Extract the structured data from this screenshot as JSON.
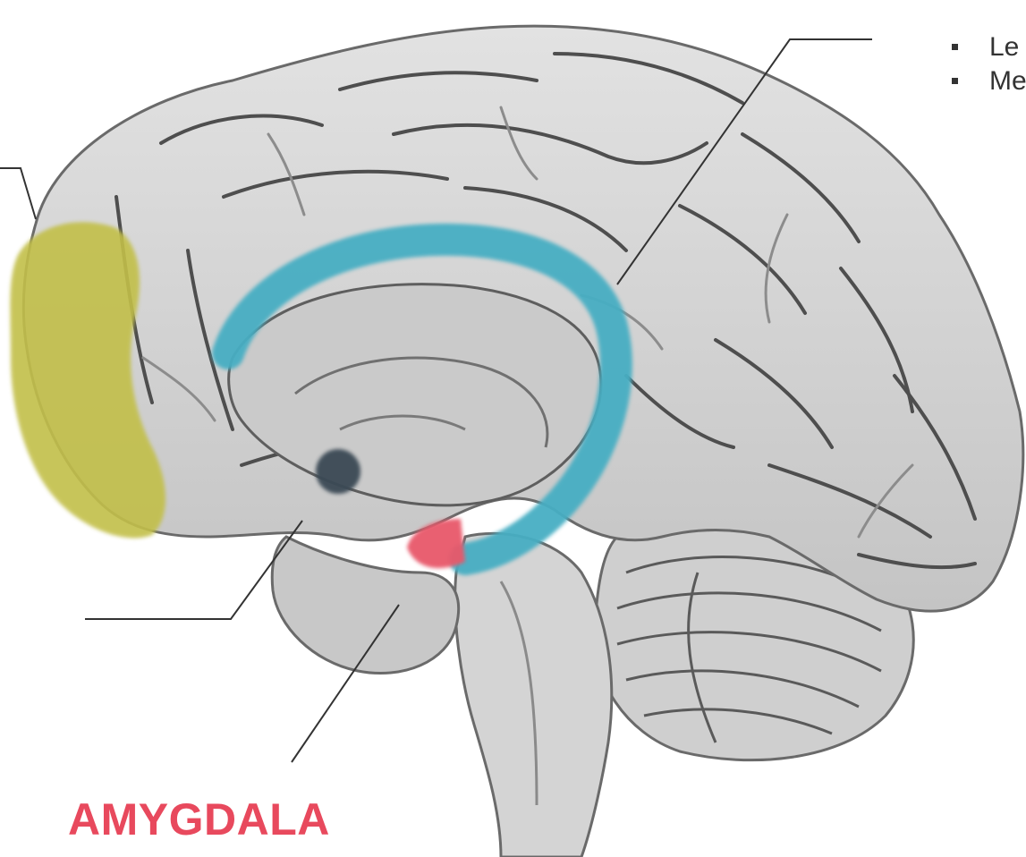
{
  "labels": {
    "amygdala": "AMYGDALA"
  },
  "bullets": [
    "Le",
    "Me"
  ],
  "colors": {
    "prefrontal": "#c2bf4a",
    "cingulate": "#47aec3",
    "amygdala": "#e8596b",
    "thalamic_dot": "#3b4a55",
    "label": "#e8495d",
    "brain": "#d6d6d6",
    "sulci": "#555555",
    "leader": "#333333"
  }
}
